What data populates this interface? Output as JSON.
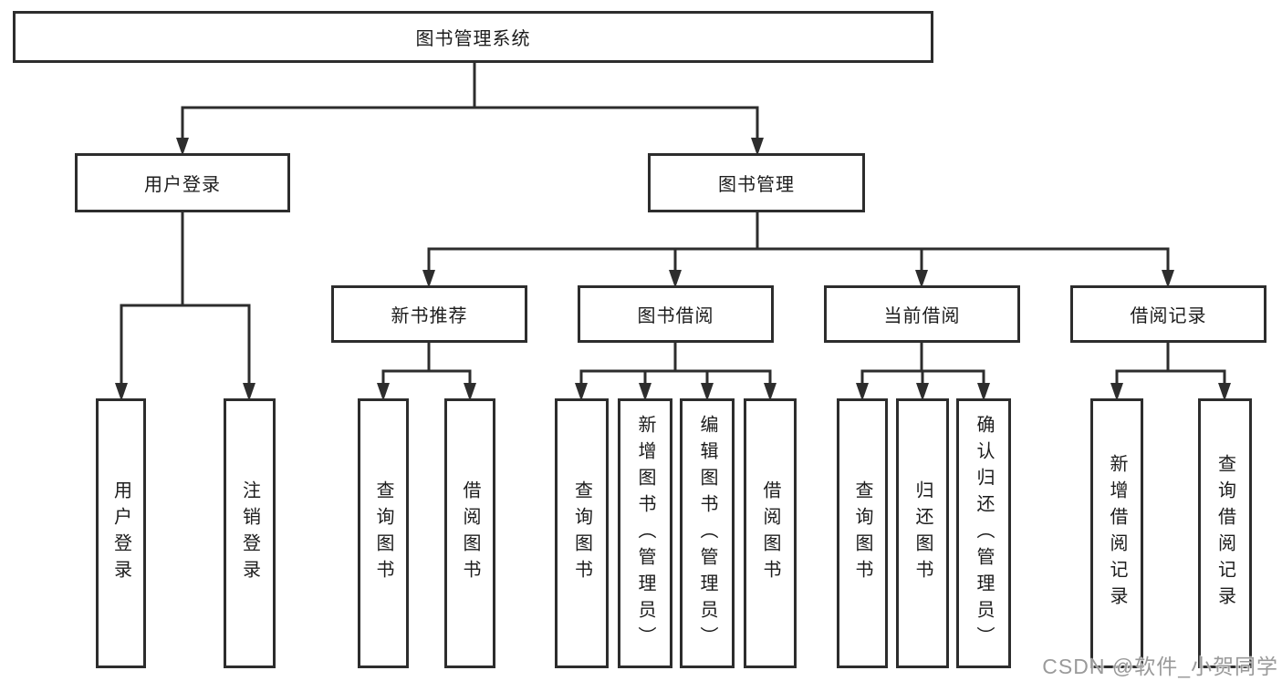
{
  "colors": {
    "line": "#2d2d2d",
    "box_border": "#2d2d2d",
    "text": "#1c1c1c",
    "background": "#ffffff",
    "watermark_text": "#9a9a9a"
  },
  "watermark": {
    "text": "CSDN @软件_小贺同学"
  },
  "diagram": {
    "root": {
      "label": "图书管理系统"
    },
    "level2": [
      {
        "label": "用户登录",
        "leaves": [
          "用户登录",
          "注销登录"
        ]
      },
      {
        "label": "图书管理"
      }
    ],
    "level3": [
      {
        "label": "新书推荐",
        "leaves": [
          "查询图书",
          "借阅图书"
        ]
      },
      {
        "label": "图书借阅",
        "leaves": [
          "查询图书",
          "新增图书（管理员）",
          "编辑图书（管理员）",
          "借阅图书"
        ]
      },
      {
        "label": "当前借阅",
        "leaves": [
          "查询图书",
          "归还图书",
          "确认归还（管理员）"
        ]
      },
      {
        "label": "借阅记录",
        "leaves": [
          "新增借阅记录",
          "查询借阅记录"
        ]
      }
    ]
  }
}
